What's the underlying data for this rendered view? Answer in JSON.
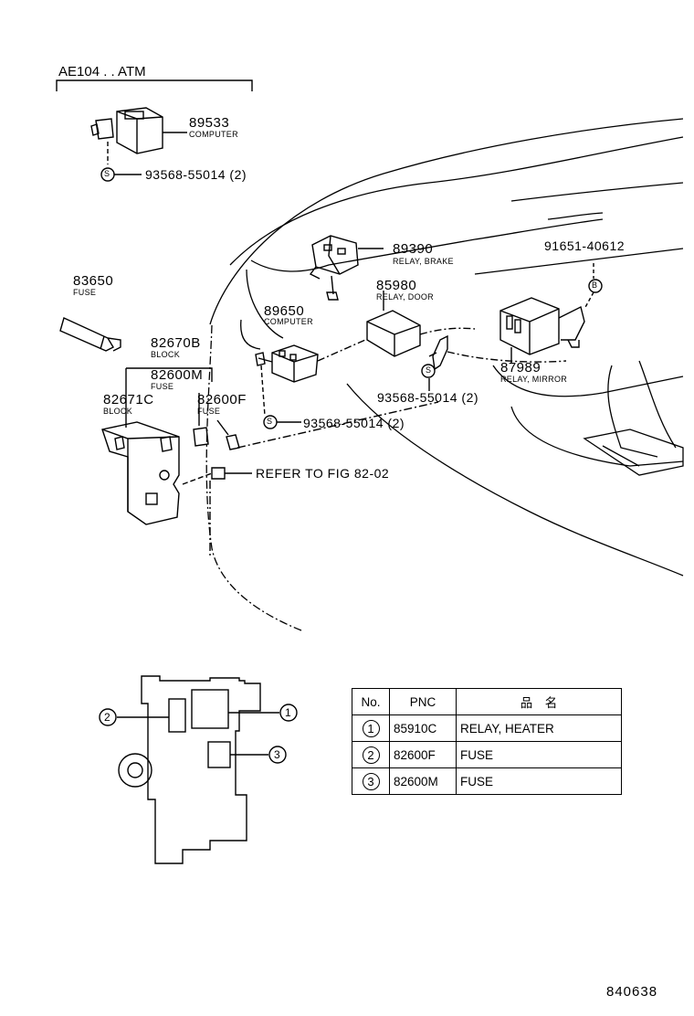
{
  "header": {
    "model": "AE104 . . ATM"
  },
  "parts": [
    {
      "id": "computer-89533",
      "pnc": "89533",
      "desc": "COMPUTER"
    },
    {
      "id": "screw-top",
      "pnc": "93568-55014 (2)",
      "desc": "",
      "marker": "S"
    },
    {
      "id": "fuse-83650",
      "pnc": "83650",
      "desc": "FUSE"
    },
    {
      "id": "relay-89390",
      "pnc": "89390",
      "desc": "RELAY, BRAKE"
    },
    {
      "id": "relay-85980",
      "pnc": "85980",
      "desc": "RELAY, DOOR"
    },
    {
      "id": "computer-89650",
      "pnc": "89650",
      "desc": "COMPUTER"
    },
    {
      "id": "block-82670b",
      "pnc": "82670B",
      "desc": "BLOCK"
    },
    {
      "id": "fuse-82600m",
      "pnc": "82600M",
      "desc": "FUSE"
    },
    {
      "id": "block-82671c",
      "pnc": "82671C",
      "desc": "BLOCK"
    },
    {
      "id": "fuse-82600f",
      "pnc": "82600F",
      "desc": "FUSE"
    },
    {
      "id": "bolt-91651",
      "pnc": "91651-40612",
      "desc": "",
      "marker": "B"
    },
    {
      "id": "relay-87989",
      "pnc": "87989",
      "desc": "RELAY, MIRROR"
    },
    {
      "id": "screw-mid",
      "pnc": "93568-55014 (2)",
      "desc": "",
      "marker": "S"
    },
    {
      "id": "screw-low",
      "pnc": "93568-55014 (2)",
      "desc": "",
      "marker": "S"
    }
  ],
  "refer": "REFER TO FIG 82-02",
  "legend": {
    "headers": [
      "No.",
      "PNC",
      "品　名"
    ],
    "rows": [
      {
        "no": "1",
        "pnc": "85910C",
        "name": "RELAY, HEATER"
      },
      {
        "no": "2",
        "pnc": "82600F",
        "name": "FUSE"
      },
      {
        "no": "3",
        "pnc": "82600M",
        "name": "FUSE"
      }
    ]
  },
  "callouts": [
    "1",
    "2",
    "3"
  ],
  "figure_number": "840638"
}
